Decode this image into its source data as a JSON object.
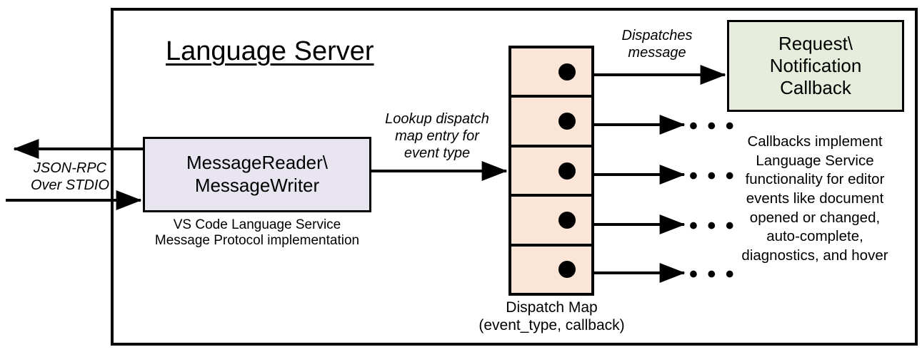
{
  "diagram": {
    "title": "Language Server",
    "container_name": "language-server-boundary"
  },
  "message_io": {
    "label": "MessageReader\\\nMessageWriter",
    "caption": "VS Code Language Service\nMessage Protocol implementation",
    "fill_color": "#E8E4F0"
  },
  "dispatch_map": {
    "caption": "Dispatch Map\n(event_type, callback)",
    "fill_color": "#FBE5D6",
    "row_count": 5,
    "rows": [
      {
        "index": 1,
        "has_dot": true,
        "target": "callback-box"
      },
      {
        "index": 2,
        "has_dot": true,
        "target": "ellipsis"
      },
      {
        "index": 3,
        "has_dot": true,
        "target": "ellipsis"
      },
      {
        "index": 4,
        "has_dot": true,
        "target": "ellipsis"
      },
      {
        "index": 5,
        "has_dot": true,
        "target": "ellipsis"
      }
    ],
    "ellipsis_glyph": "• • •"
  },
  "callback": {
    "label": "Request\\\nNotification\nCallback",
    "caption": "Callbacks implement\nLanguage Service\nfunctionality for editor\nevents like document\nopened or changed,\nauto-complete,\ndiagnostics, and hover",
    "fill_color": "#E7EDDC"
  },
  "edges": {
    "jsonrpc": "JSON-RPC\nOver STDIO",
    "lookup": "Lookup dispatch\nmap entry for\nevent type",
    "dispatches": "Dispatches\nmessage"
  },
  "colors": {
    "stroke": "#000000",
    "background": "#FFFFFF",
    "lavender": "#E8E4F0",
    "peach": "#FBE5D6",
    "green": "#E7EDDC"
  }
}
